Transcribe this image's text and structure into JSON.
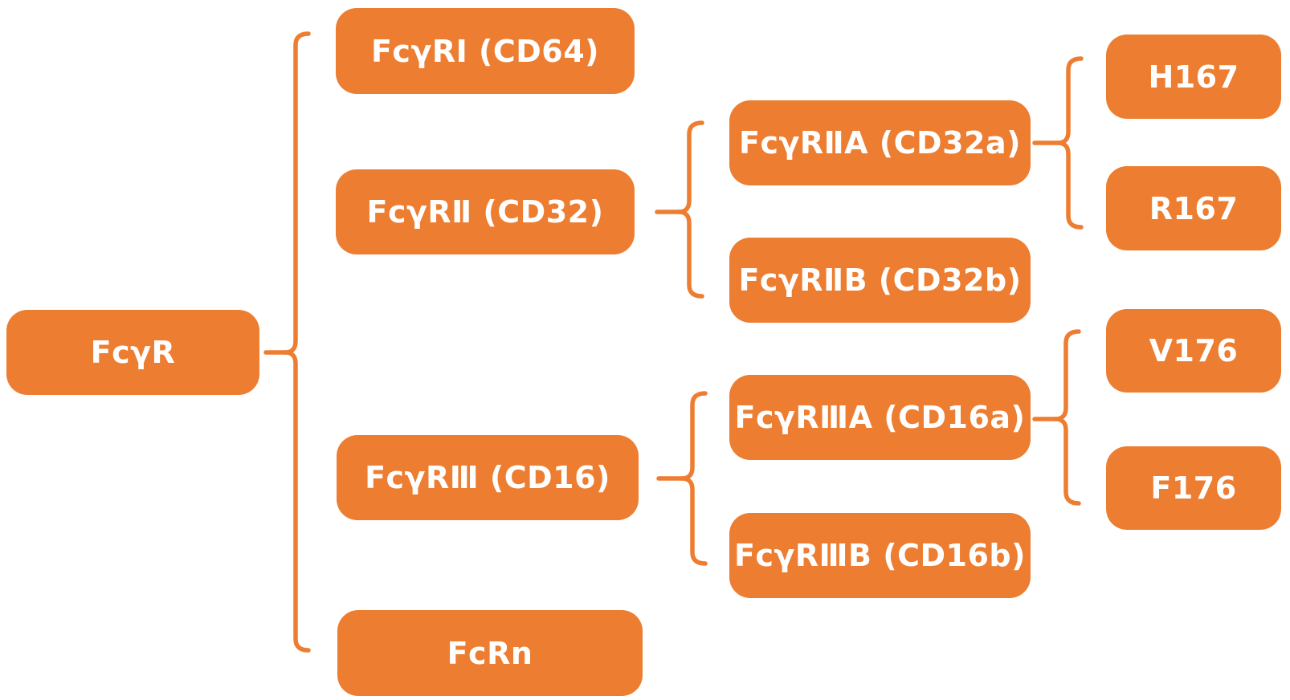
{
  "colors": {
    "node_fill": "#ED7D31",
    "node_text": "#FFFFFF",
    "connector": "#ED7D31",
    "background": "#FFFFFF"
  },
  "nodes": {
    "fcgr": {
      "label": "FcγR"
    },
    "fcgr1": {
      "label": "FcγRⅠ（CD64）"
    },
    "fcgr2": {
      "label": "FcγRⅡ（CD32）"
    },
    "fcgr3": {
      "label": "FcγRⅢ（CD16）"
    },
    "fcrn": {
      "label": "FcRn"
    },
    "fcgr2a": {
      "label": "FcγRⅡA（CD32a）"
    },
    "fcgr2b": {
      "label": "FcγRⅡB（CD32b）"
    },
    "fcgr3a": {
      "label": "FcγRⅢA（CD16a）"
    },
    "fcgr3b": {
      "label": "FcγRⅢB（CD16b）"
    },
    "h167": {
      "label": "H167"
    },
    "r167": {
      "label": "R167"
    },
    "v176": {
      "label": "V176"
    },
    "f176": {
      "label": "F176"
    }
  },
  "hierarchy": {
    "FcγR": [
      "FcγRⅠ（CD64）",
      "FcγRⅡ（CD32）",
      "FcγRⅢ（CD16）",
      "FcRn"
    ],
    "FcγRⅡ（CD32）": [
      "FcγRⅡA（CD32a）",
      "FcγRⅡB（CD32b）"
    ],
    "FcγRⅢ（CD16）": [
      "FcγRⅢA（CD16a）",
      "FcγRⅢB（CD16b）"
    ],
    "FcγRⅡA（CD32a）": [
      "H167",
      "R167"
    ],
    "FcγRⅢA（CD16a）": [
      "V176",
      "F176"
    ]
  }
}
